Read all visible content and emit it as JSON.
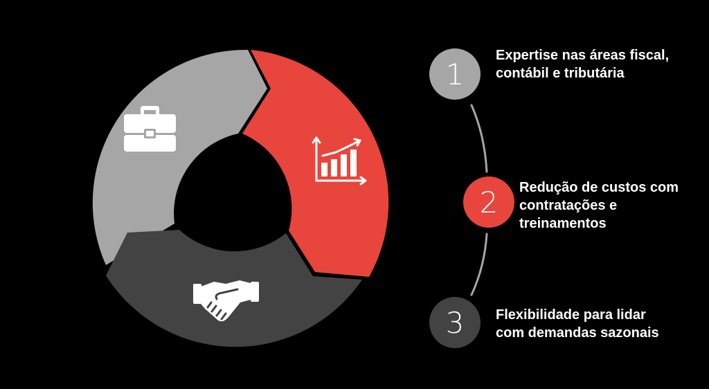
{
  "colors": {
    "background": "#000000",
    "segment_gray": "#a6a6a6",
    "segment_red": "#e8453c",
    "segment_dark": "#434343",
    "connector_line": "#a6a6a6",
    "text": "#ffffff"
  },
  "cycle": {
    "segments": [
      {
        "id": "gray",
        "icon": "briefcase-icon",
        "color": "#a6a6a6"
      },
      {
        "id": "red",
        "icon": "growth-chart-icon",
        "color": "#e8453c"
      },
      {
        "id": "dark",
        "icon": "handshake-icon",
        "color": "#434343"
      }
    ]
  },
  "steps": [
    {
      "number": "1",
      "color": "#a6a6a6",
      "lines": [
        "Expertise nas áreas fiscal,",
        "contábil e tributária"
      ]
    },
    {
      "number": "2",
      "color": "#e8453c",
      "lines": [
        "Redução de custos com",
        "contratações e",
        "treinamentos"
      ]
    },
    {
      "number": "3",
      "color": "#434343",
      "lines": [
        "Flexibilidade para lidar",
        "com demandas sazonais"
      ]
    }
  ]
}
